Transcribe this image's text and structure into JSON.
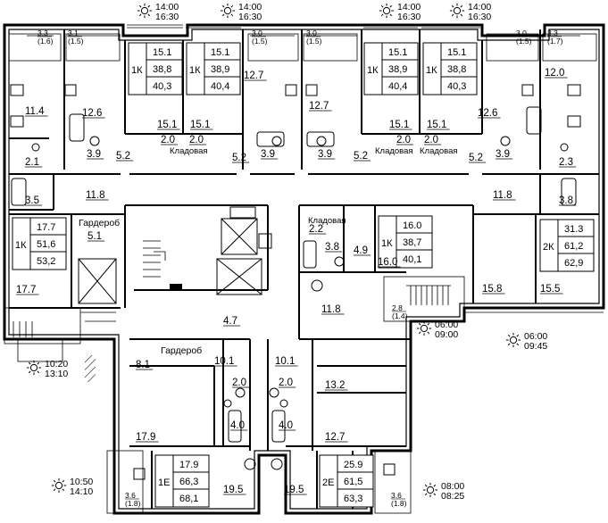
{
  "sun_times": [
    {
      "id": "top-1",
      "start": "14:00",
      "end": "16:30"
    },
    {
      "id": "top-2",
      "start": "14:00",
      "end": "16:30"
    },
    {
      "id": "top-3",
      "start": "14:00",
      "end": "16:30"
    },
    {
      "id": "top-4",
      "start": "14:00",
      "end": "16:30"
    },
    {
      "id": "right-1",
      "start": "06:00",
      "end": "09:00"
    },
    {
      "id": "right-2",
      "start": "06:00",
      "end": "09:45"
    },
    {
      "id": "left-1",
      "start": "10:20",
      "end": "13:10"
    },
    {
      "id": "bottom-left",
      "start": "10:50",
      "end": "14:10"
    },
    {
      "id": "bottom-right",
      "start": "08:00",
      "end": "08:25"
    }
  ],
  "apartments": [
    {
      "id": "apt-top-1",
      "type": "1К",
      "area_living": "15.1",
      "area_total": "38,8",
      "area_with_balcony": "40,3"
    },
    {
      "id": "apt-top-2",
      "type": "1К",
      "area_living": "15.1",
      "area_total": "38,9",
      "area_with_balcony": "40,4"
    },
    {
      "id": "apt-top-3",
      "type": "1К",
      "area_living": "15.1",
      "area_total": "38,9",
      "area_with_balcony": "40,4"
    },
    {
      "id": "apt-top-4",
      "type": "1К",
      "area_living": "15.1",
      "area_total": "38,8",
      "area_with_balcony": "40,3"
    },
    {
      "id": "apt-left",
      "type": "1К",
      "area_living": "17.7",
      "area_total": "51,6",
      "area_with_balcony": "53,2"
    },
    {
      "id": "apt-center",
      "type": "1К",
      "area_living": "16.0",
      "area_total": "38,7",
      "area_with_balcony": "40,1"
    },
    {
      "id": "apt-right",
      "type": "2К",
      "area_living": "31.3",
      "area_total": "61,2",
      "area_with_balcony": "62,9"
    },
    {
      "id": "apt-bottom-left",
      "type": "1Е",
      "area_living": "17.9",
      "area_total": "66,3",
      "area_with_balcony": "68,1"
    },
    {
      "id": "apt-bottom-right",
      "type": "2Е",
      "area_living": "25.9",
      "area_total": "61,5",
      "area_with_balcony": "63,3"
    }
  ],
  "room_labels": {
    "closet": "Кладовая",
    "wardrobe": "Гардероб"
  },
  "room_areas": [
    {
      "id": "r1",
      "text": "11.4"
    },
    {
      "id": "r2",
      "text": "12.6"
    },
    {
      "id": "r3",
      "text": "15.1"
    },
    {
      "id": "r4",
      "text": "15.1"
    },
    {
      "id": "r5",
      "text": "12.7"
    },
    {
      "id": "r6",
      "text": "12.7"
    },
    {
      "id": "r7",
      "text": "15.1"
    },
    {
      "id": "r8",
      "text": "15.1"
    },
    {
      "id": "r9",
      "text": "12.6"
    },
    {
      "id": "r10",
      "text": "12.0"
    },
    {
      "id": "r11",
      "text": "2.1"
    },
    {
      "id": "r12",
      "text": "3.9"
    },
    {
      "id": "r13",
      "text": "5.2"
    },
    {
      "id": "r14",
      "text": "2.0"
    },
    {
      "id": "r15",
      "text": "2.0"
    },
    {
      "id": "r16",
      "text": "5.2"
    },
    {
      "id": "r17",
      "text": "3.9"
    },
    {
      "id": "r18",
      "text": "3.9"
    },
    {
      "id": "r19",
      "text": "5.2"
    },
    {
      "id": "r20",
      "text": "2.0"
    },
    {
      "id": "r21",
      "text": "2.0"
    },
    {
      "id": "r22",
      "text": "5.2"
    },
    {
      "id": "r23",
      "text": "3.9"
    },
    {
      "id": "r24",
      "text": "2.3"
    },
    {
      "id": "r25",
      "text": "3.5"
    },
    {
      "id": "r26",
      "text": "11.8"
    },
    {
      "id": "r27",
      "text": "11.8"
    },
    {
      "id": "r28",
      "text": "3.8"
    },
    {
      "id": "r29",
      "text": "5.1"
    },
    {
      "id": "r30",
      "text": "2.2"
    },
    {
      "id": "r31",
      "text": "3.8"
    },
    {
      "id": "r32",
      "text": "4.9"
    },
    {
      "id": "r33",
      "text": "16.0"
    },
    {
      "id": "r34",
      "text": "15.8"
    },
    {
      "id": "r35",
      "text": "15.5"
    },
    {
      "id": "r36",
      "text": "17.7"
    },
    {
      "id": "r37",
      "text": "11.8"
    },
    {
      "id": "r38",
      "text": "4.7"
    },
    {
      "id": "r39",
      "text": "8.1"
    },
    {
      "id": "r40",
      "text": "10.1"
    },
    {
      "id": "r41",
      "text": "10.1"
    },
    {
      "id": "r42",
      "text": "2.0"
    },
    {
      "id": "r43",
      "text": "2.0"
    },
    {
      "id": "r44",
      "text": "13.2"
    },
    {
      "id": "r45",
      "text": "4.0"
    },
    {
      "id": "r46",
      "text": "4.0"
    },
    {
      "id": "r47",
      "text": "17.9"
    },
    {
      "id": "r48",
      "text": "12.7"
    },
    {
      "id": "r49",
      "text": "19.5"
    },
    {
      "id": "r50",
      "text": "19.5"
    }
  ],
  "balcony_areas": [
    {
      "id": "b1",
      "value": "3.3",
      "sub": "(1.6)"
    },
    {
      "id": "b2",
      "value": "3.1",
      "sub": "(1.5)"
    },
    {
      "id": "b3",
      "value": "3.0",
      "sub": "(1.5)"
    },
    {
      "id": "b4",
      "value": "3.0",
      "sub": "(1.5)"
    },
    {
      "id": "b5",
      "value": "3.0",
      "sub": "(1.5)"
    },
    {
      "id": "b6",
      "value": "3.3",
      "sub": "(1.7)"
    },
    {
      "id": "b7",
      "value": "2.8",
      "sub": "(1.4)"
    },
    {
      "id": "b8",
      "value": "3.6",
      "sub": "(1.8)"
    },
    {
      "id": "b9",
      "value": "3.6",
      "sub": "(1.8)"
    }
  ]
}
